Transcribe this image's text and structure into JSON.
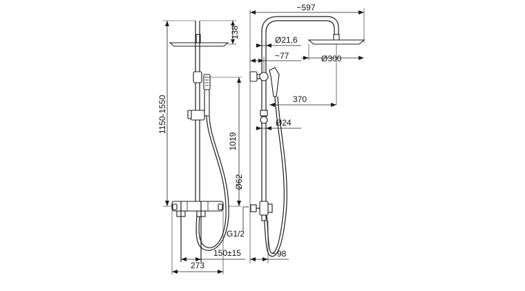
{
  "dimensions": {
    "height_range": "1150-1550",
    "head_height": "138",
    "slider_height": "1019",
    "mount_diameter": "Ø62",
    "thread": "G1/2",
    "depth_total": "273",
    "inlet_spacing": "150±15",
    "arm_reach": "~597",
    "arm_pipe_diameter": "Ø21,6",
    "arm_offset": "~77",
    "head_diameter": "Ø300",
    "head_offset": "370",
    "rail_diameter": "Ø24",
    "wall_projection": "~98"
  }
}
